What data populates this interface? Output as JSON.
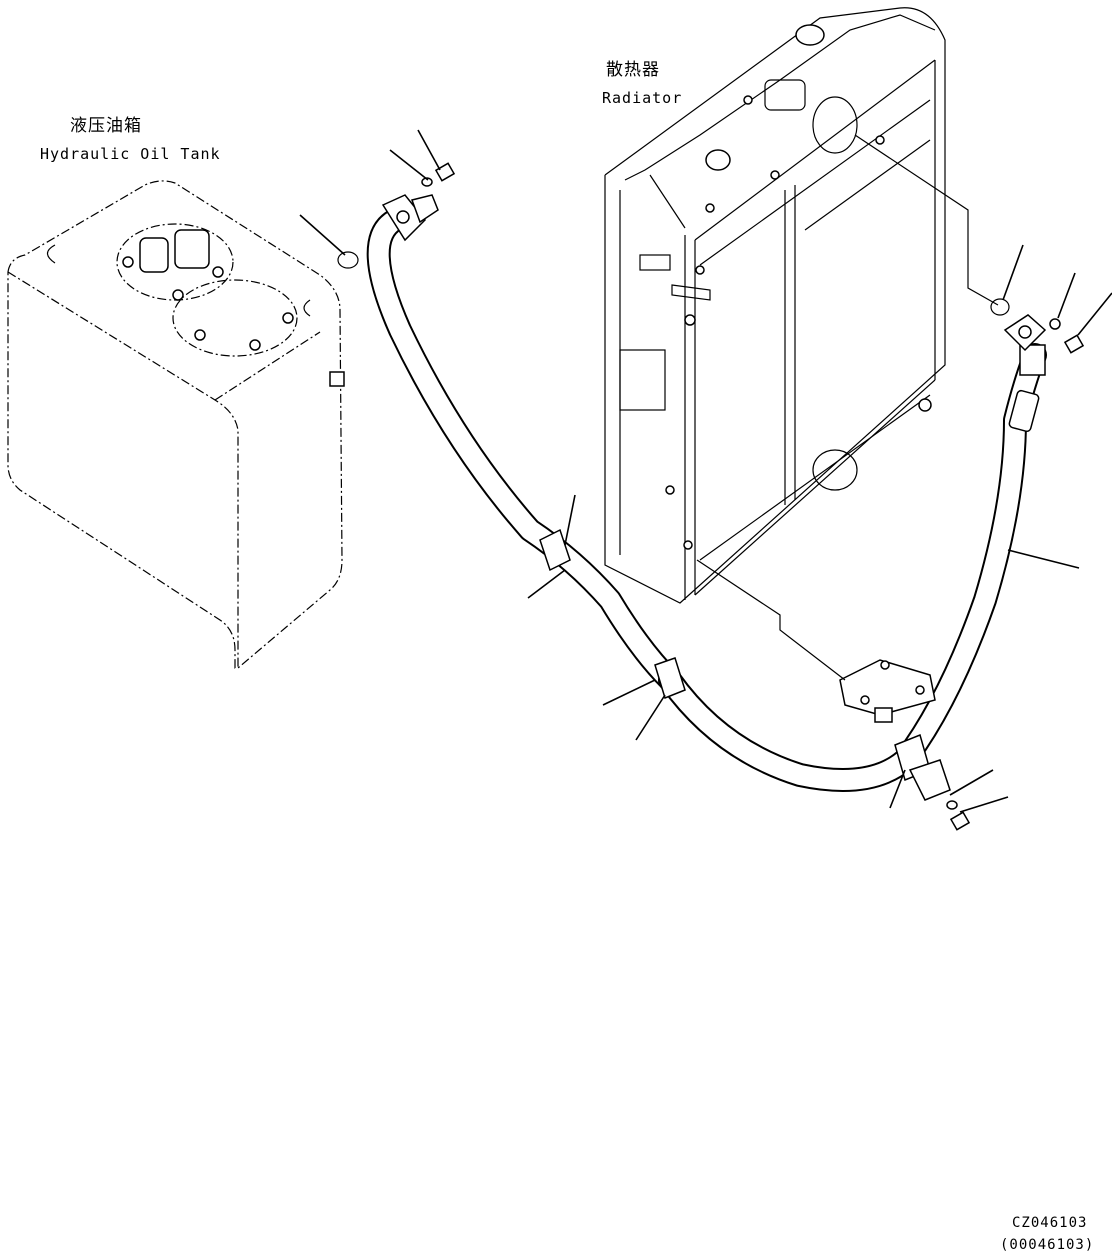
{
  "labels": {
    "tank_cn": "液压油箱",
    "tank_en": "Hydraulic Oil Tank",
    "radiator_cn": "散热器",
    "radiator_en": "Radiator"
  },
  "drawing_numbers": {
    "code": "CZ046103",
    "ref": "(00046103)"
  }
}
